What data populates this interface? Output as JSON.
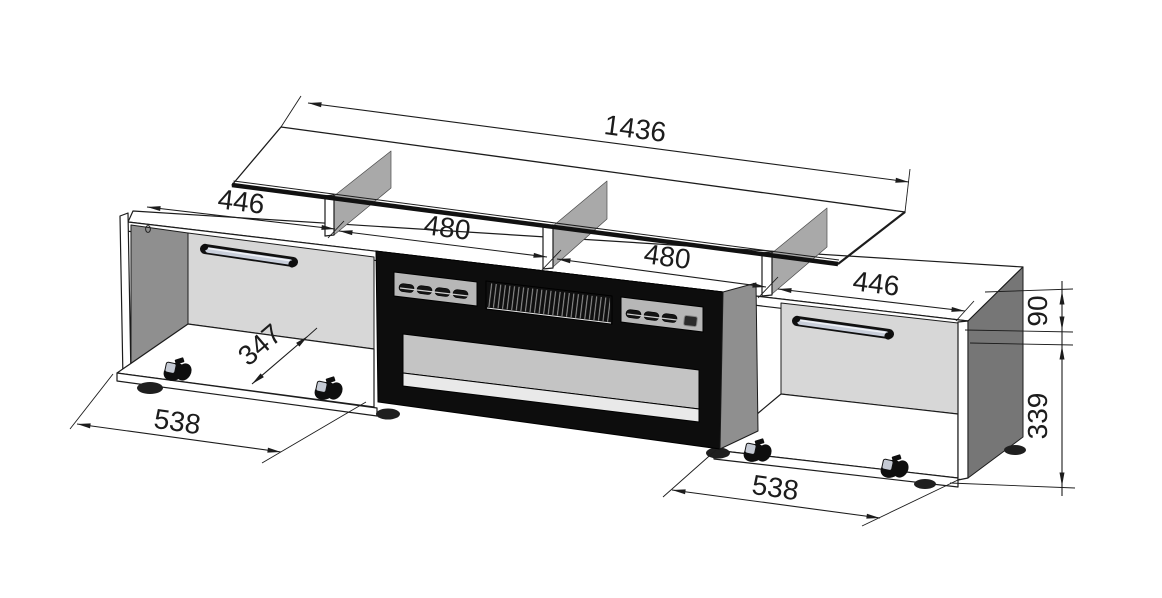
{
  "diagram": {
    "type": "furniture-technical-drawing",
    "subject": "TV stand with electric fireplace insert, glass top shelf, three dividers, two open compartments with handles and casters",
    "units": "mm",
    "line_color": "#1c1c1c",
    "dimensions": {
      "glass_shelf_width": "1436",
      "left_top_section": "446",
      "center_left_section": "480",
      "center_right_section": "480",
      "right_top_section": "446",
      "compartment_depth": "347",
      "left_compartment_width": "538",
      "right_compartment_width": "538",
      "top_section_height": "90",
      "body_height": "339"
    }
  }
}
